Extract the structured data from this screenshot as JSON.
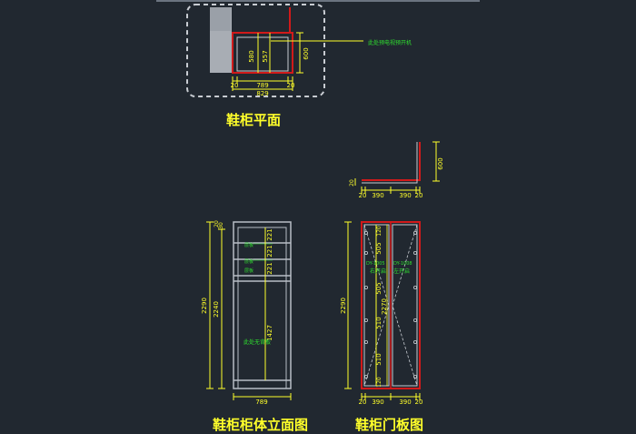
{
  "titles": {
    "plan": "鞋柜平面",
    "cabinet_elevation": "鞋柜柜体立面图",
    "door_panel": "鞋柜门板图"
  },
  "plan": {
    "dims_horizontal": [
      "20",
      "789",
      "20",
      "829"
    ],
    "dims_vertical": [
      "580",
      "557",
      "600"
    ],
    "note": "此处预电视预开机"
  },
  "door_top": {
    "dims_horizontal": [
      "20",
      "390",
      "390",
      "20"
    ],
    "dims_vertical": [
      "20",
      "600"
    ]
  },
  "cabinet_elevation": {
    "dims_left": [
      "2290",
      "2240"
    ],
    "dims_top": [
      "20",
      "30"
    ],
    "dims_shelves": [
      "221",
      "221",
      "221",
      "1427"
    ],
    "shelf_labels": [
      "层板",
      "层板",
      "层板"
    ],
    "note": "此处无背板",
    "dim_bottom": "789"
  },
  "door_panel": {
    "dims_left": [
      "2290"
    ],
    "dims_inner": [
      "120",
      "505",
      "505",
      "510",
      "510",
      "120"
    ],
    "dim_total_inner": "2270",
    "handle_labels": [
      "DY-1005",
      "DY-1008"
    ],
    "hinge_labels": [
      "右开启",
      "左开启"
    ],
    "dims_bottom": [
      "20",
      "390",
      "390",
      "20"
    ]
  },
  "colors": {
    "background": "#212830",
    "dimension": "#ffff2a",
    "outline": "#d11a1a",
    "panel": "#b8bec6",
    "note": "#2fe02f"
  }
}
